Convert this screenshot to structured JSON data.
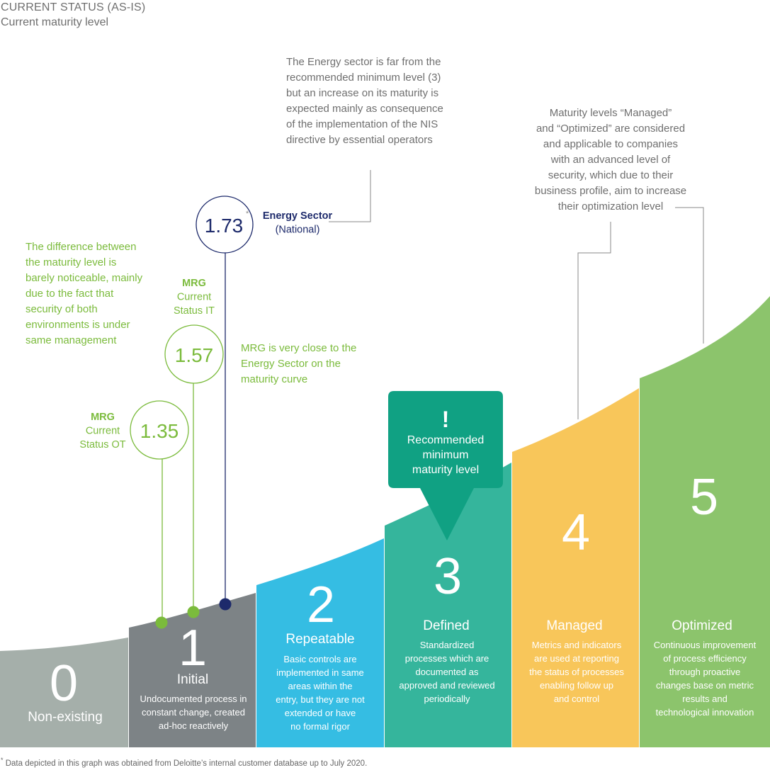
{
  "header": {
    "title": "CURRENT STATUS (AS-IS)",
    "subtitle": "Current maturity level"
  },
  "colors": {
    "level0": "#a5afaa",
    "level1": "#7d8386",
    "level2": "#35bde3",
    "level3": "#35b59c",
    "level4": "#f8c65a",
    "level5": "#8cc46c",
    "curve_bg": "#1f9e87",
    "mrg_green": "#7bbb3c",
    "energy_navy": "#1d2a6b",
    "callout_teal": "#10a183",
    "annotation_gray": "#6f6f6f"
  },
  "levels": [
    {
      "number": "0",
      "name": "Non-existing",
      "description": []
    },
    {
      "number": "1",
      "name": "Initial",
      "description": [
        "Undocumented process in",
        "constant change, created",
        "ad-hoc reactively"
      ]
    },
    {
      "number": "2",
      "name": "Repeatable",
      "description": [
        "Basic controls are",
        "implemented in same",
        "areas within the",
        "entry, but they are not",
        "extended or have",
        "no formal rigor"
      ]
    },
    {
      "number": "3",
      "name": "Defined",
      "description": [
        "Standardized",
        "processes which are",
        "documented as",
        "approved and reviewed",
        "periodically"
      ]
    },
    {
      "number": "4",
      "name": "Managed",
      "description": [
        "Metrics and indicators",
        "are used at reporting",
        "the status of processes",
        "enabling follow up",
        "and control"
      ]
    },
    {
      "number": "5",
      "name": "Optimized",
      "description": [
        "Continuous improvement",
        "of process efficiency",
        "through proactive",
        "changes base on metric",
        "results and",
        "technological innovation"
      ]
    }
  ],
  "markers": [
    {
      "id": "mrg-ot",
      "value": "1.35",
      "label": [
        "MRG",
        "Current",
        "Status OT"
      ],
      "color": "mrg_green"
    },
    {
      "id": "mrg-it",
      "value": "1.57",
      "label": [
        "MRG",
        "Current",
        "Status IT"
      ],
      "color": "mrg_green"
    },
    {
      "id": "energy",
      "value": "1.73",
      "value_note": "*",
      "label": [
        "Energy Sector",
        "(National)"
      ],
      "color": "energy_navy"
    }
  ],
  "callout": {
    "symbol": "!",
    "lines": [
      "Recommended",
      "minimum",
      "maturity level"
    ]
  },
  "annotations": {
    "difference": [
      "The difference between",
      "the maturity level is",
      "barely noticeable, mainly",
      "due to the fact that",
      "security of both",
      "environments is under",
      "same management"
    ],
    "mrg_close": [
      "MRG is very close to the",
      "Energy Sector on the",
      "maturity curve"
    ],
    "energy_far": [
      "The Energy sector is far from the",
      "recommended minimum level (3)",
      "but an increase on its maturity is",
      "expected mainly as consequence",
      "of the implementation of the NIS",
      "directive by essential operators"
    ],
    "managed_optimized": [
      "Maturity levels “Managed”",
      "and “Optimized” are considered",
      "and applicable to companies",
      "with an advanced level of",
      "security, which due to their",
      "business profile, aim to increase",
      "their optimization level"
    ]
  },
  "footnote": {
    "mark": "*",
    "text": " Data depicted in this graph was obtained from Deloitte’s internal customer database up to July 2020."
  }
}
